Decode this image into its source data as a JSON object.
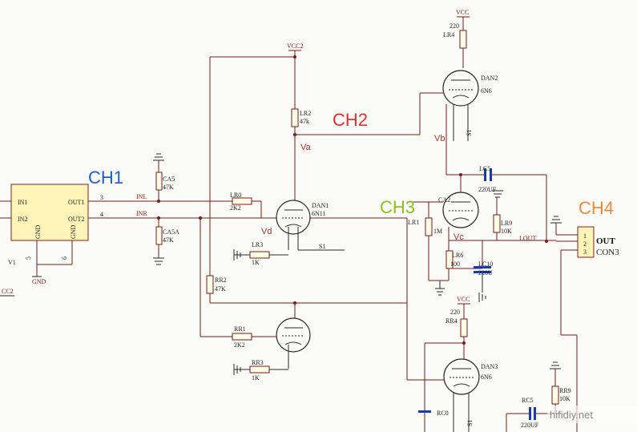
{
  "channels": {
    "ch1": "CH1",
    "ch2": "CH2",
    "ch3": "CH3",
    "ch4": "CH4"
  },
  "colors": {
    "ch1": "#1d5fd1",
    "ch2": "#e53030",
    "ch3": "#8ac21a",
    "ch4": "#f08a3a"
  },
  "ic": {
    "in1": "IN1",
    "in2": "IN2",
    "out1": "OUT1",
    "out2": "OUT2",
    "gnd1": "GND",
    "gnd2": "GND",
    "pin3": "3",
    "pin4": "4",
    "pin5": "5",
    "pin6": "6",
    "ref": "V1",
    "gnd_label": "GND",
    "vcc": "CC2"
  },
  "nets": {
    "inl": "INL",
    "inr": "INR",
    "lout": "LOUT"
  },
  "parts": {
    "ca5": "CA5",
    "ca5v": "47K",
    "ca5a": "CA5A",
    "ca5av": "47K",
    "lr0": "LR0",
    "lr0v": "2K2",
    "lr2": "LR2",
    "lr2v": "47k",
    "lr3": "LR3",
    "lr3v": "1K",
    "dan1": "DAN1",
    "dan1v": "6N11",
    "s1a": "S1",
    "rr2": "RR2",
    "rr2v": "47K",
    "rr1": "RR1",
    "rr1v": "2K2",
    "rr3": "RR3",
    "rr3v": "1K",
    "vcc2": "VCC2",
    "vcc_top": "VCC",
    "lr4v": "220",
    "lr4": "LR4",
    "dan2": "DAN2",
    "dan2v": "6N6",
    "s1b": "S1",
    "lc5": "LC5",
    "lc5v": "220UF",
    "ca2": "CA2",
    "lr1": "LR1",
    "lr1v": "1M",
    "lr9": "LR9",
    "lr9v": "10K",
    "lr6": "LR6",
    "lr6v": "100",
    "lc10": "LC10",
    "lc10v": "220U",
    "vcc_mid": "VCC",
    "rr4v": "220",
    "rr4": "RR4",
    "dan3": "DAN3",
    "dan3v": "6N6",
    "s1c": "S1",
    "rc0": "RC0",
    "rc5": "RC5",
    "rc5v": "220UF",
    "rr9": "RR9",
    "rr9v": "10K",
    "con_pins": [
      "1",
      "2",
      "3"
    ],
    "con_out": "OUT",
    "con3": "CON3"
  },
  "voltages": {
    "va": "Va",
    "vb": "Vb",
    "vc": "Vc",
    "vd": "Vd"
  },
  "watermark": "hifidiy.net"
}
